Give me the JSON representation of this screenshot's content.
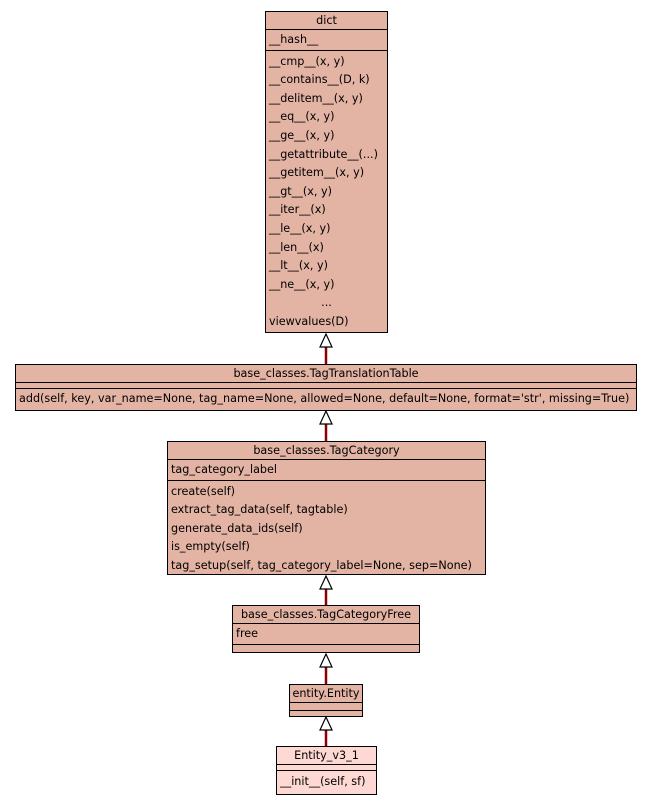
{
  "classes": {
    "dict": {
      "name": "dict",
      "attributes": [
        "__hash__"
      ],
      "methods": [
        "__cmp__(x, y)",
        "__contains__(D, k)",
        "__delitem__(x, y)",
        "__eq__(x, y)",
        "__ge__(x, y)",
        "__getattribute__(...)",
        "__getitem__(x, y)",
        "__gt__(x, y)",
        "__iter__(x)",
        "__le__(x, y)",
        "__len__(x)",
        "__lt__(x, y)",
        "__ne__(x, y)",
        "...",
        "viewvalues(D)"
      ]
    },
    "tag_translation_table": {
      "name": "base_classes.TagTranslationTable",
      "attributes": [],
      "methods": [
        "add(self, key, var_name=None, tag_name=None, allowed=None, default=None, format='str', missing=True)"
      ]
    },
    "tag_category": {
      "name": "base_classes.TagCategory",
      "attributes": [
        "tag_category_label"
      ],
      "methods": [
        "create(self)",
        "extract_tag_data(self, tagtable)",
        "generate_data_ids(self)",
        "is_empty(self)",
        "tag_setup(self, tag_category_label=None, sep=None)"
      ]
    },
    "tag_category_free": {
      "name": "base_classes.TagCategoryFree",
      "attributes": [
        "free"
      ],
      "methods": []
    },
    "entity": {
      "name": "entity.Entity",
      "attributes": [],
      "methods": []
    },
    "entity_v3_1": {
      "name": "Entity_v3_1",
      "attributes": [],
      "methods": [
        "__init__(self, sf)"
      ]
    }
  },
  "colors": {
    "class_fill": "#e3b3a4",
    "leaf_fill": "#fed8d3",
    "edge": "#8b0000"
  }
}
